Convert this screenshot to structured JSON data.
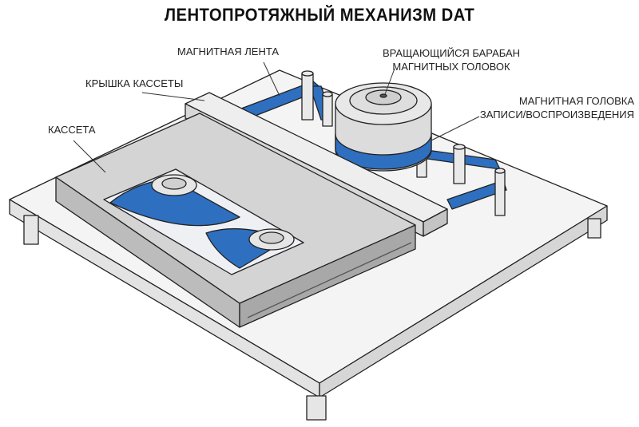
{
  "title": "ЛЕНТОПРОТЯЖНЫЙ МЕХАНИЗМ DAT",
  "labels": {
    "tape": "МАГНИТНАЯ ЛЕНТА",
    "cassette_lid": "КРЫШКА КАССЕТЫ",
    "cassette": "КАССЕТА",
    "drum_line1": "ВРАЩАЮЩИЙСЯ БАРАБАН",
    "drum_line2": "МАГНИТНЫХ ГОЛОВОК",
    "head_line1": "МАГНИТНАЯ ГОЛОВКА",
    "head_line2": "ЗАПИСИ/ВОСПРОИЗВЕДЕНИЯ"
  },
  "colors": {
    "tape": "#2e6fc0",
    "body": "#d4d4d4",
    "outline": "#222222"
  }
}
